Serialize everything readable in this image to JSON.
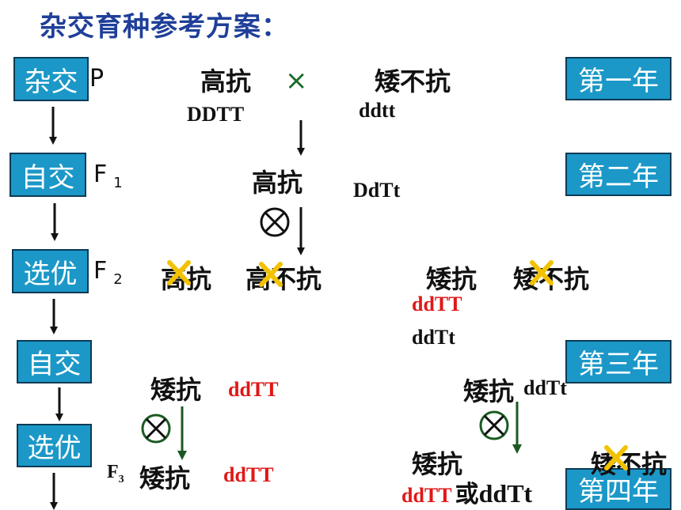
{
  "title": "杂交育种参考方案：",
  "steps": [
    {
      "label": "杂交"
    },
    {
      "label": "自交"
    },
    {
      "label": "选优"
    },
    {
      "label": "自交"
    },
    {
      "label": "选优"
    }
  ],
  "years": [
    "第一年",
    "第二年",
    "第三年",
    "第四年"
  ],
  "gen_labels": {
    "p": "P",
    "f1": "F",
    "f1_sub": "1",
    "f2": "F",
    "f2_sub": "2",
    "f3": "F",
    "f3_sub": "3"
  },
  "cross_symbol": "×",
  "parents": {
    "a_pheno": "高抗",
    "a_geno": "DDTT",
    "b_pheno": "矮不抗",
    "b_geno": "ddtt"
  },
  "f1": {
    "pheno": "高抗",
    "geno": "DdTt"
  },
  "f2": {
    "p1": "高抗",
    "p2": "高不抗",
    "p3": "矮抗",
    "p4": "矮不抗",
    "g1": "ddTT",
    "g2": "ddTt"
  },
  "left_branch": {
    "pheno": "矮抗",
    "geno": "ddTT",
    "f3_pheno": "矮抗",
    "f3_geno": "ddTT"
  },
  "right_branch": {
    "pheno": "矮抗",
    "geno": "ddTt",
    "o1_pheno": "矮抗",
    "o1_geno_a": "ddTT",
    "o1_or": "或",
    "o1_geno_b": "ddTt",
    "o2_pheno": "矮不抗"
  },
  "colors": {
    "box": "#1b98c8",
    "title": "#1f3f99",
    "red": "#e01818",
    "cross_green": "#1a6a2a",
    "x_yellow": "#f2c200"
  }
}
